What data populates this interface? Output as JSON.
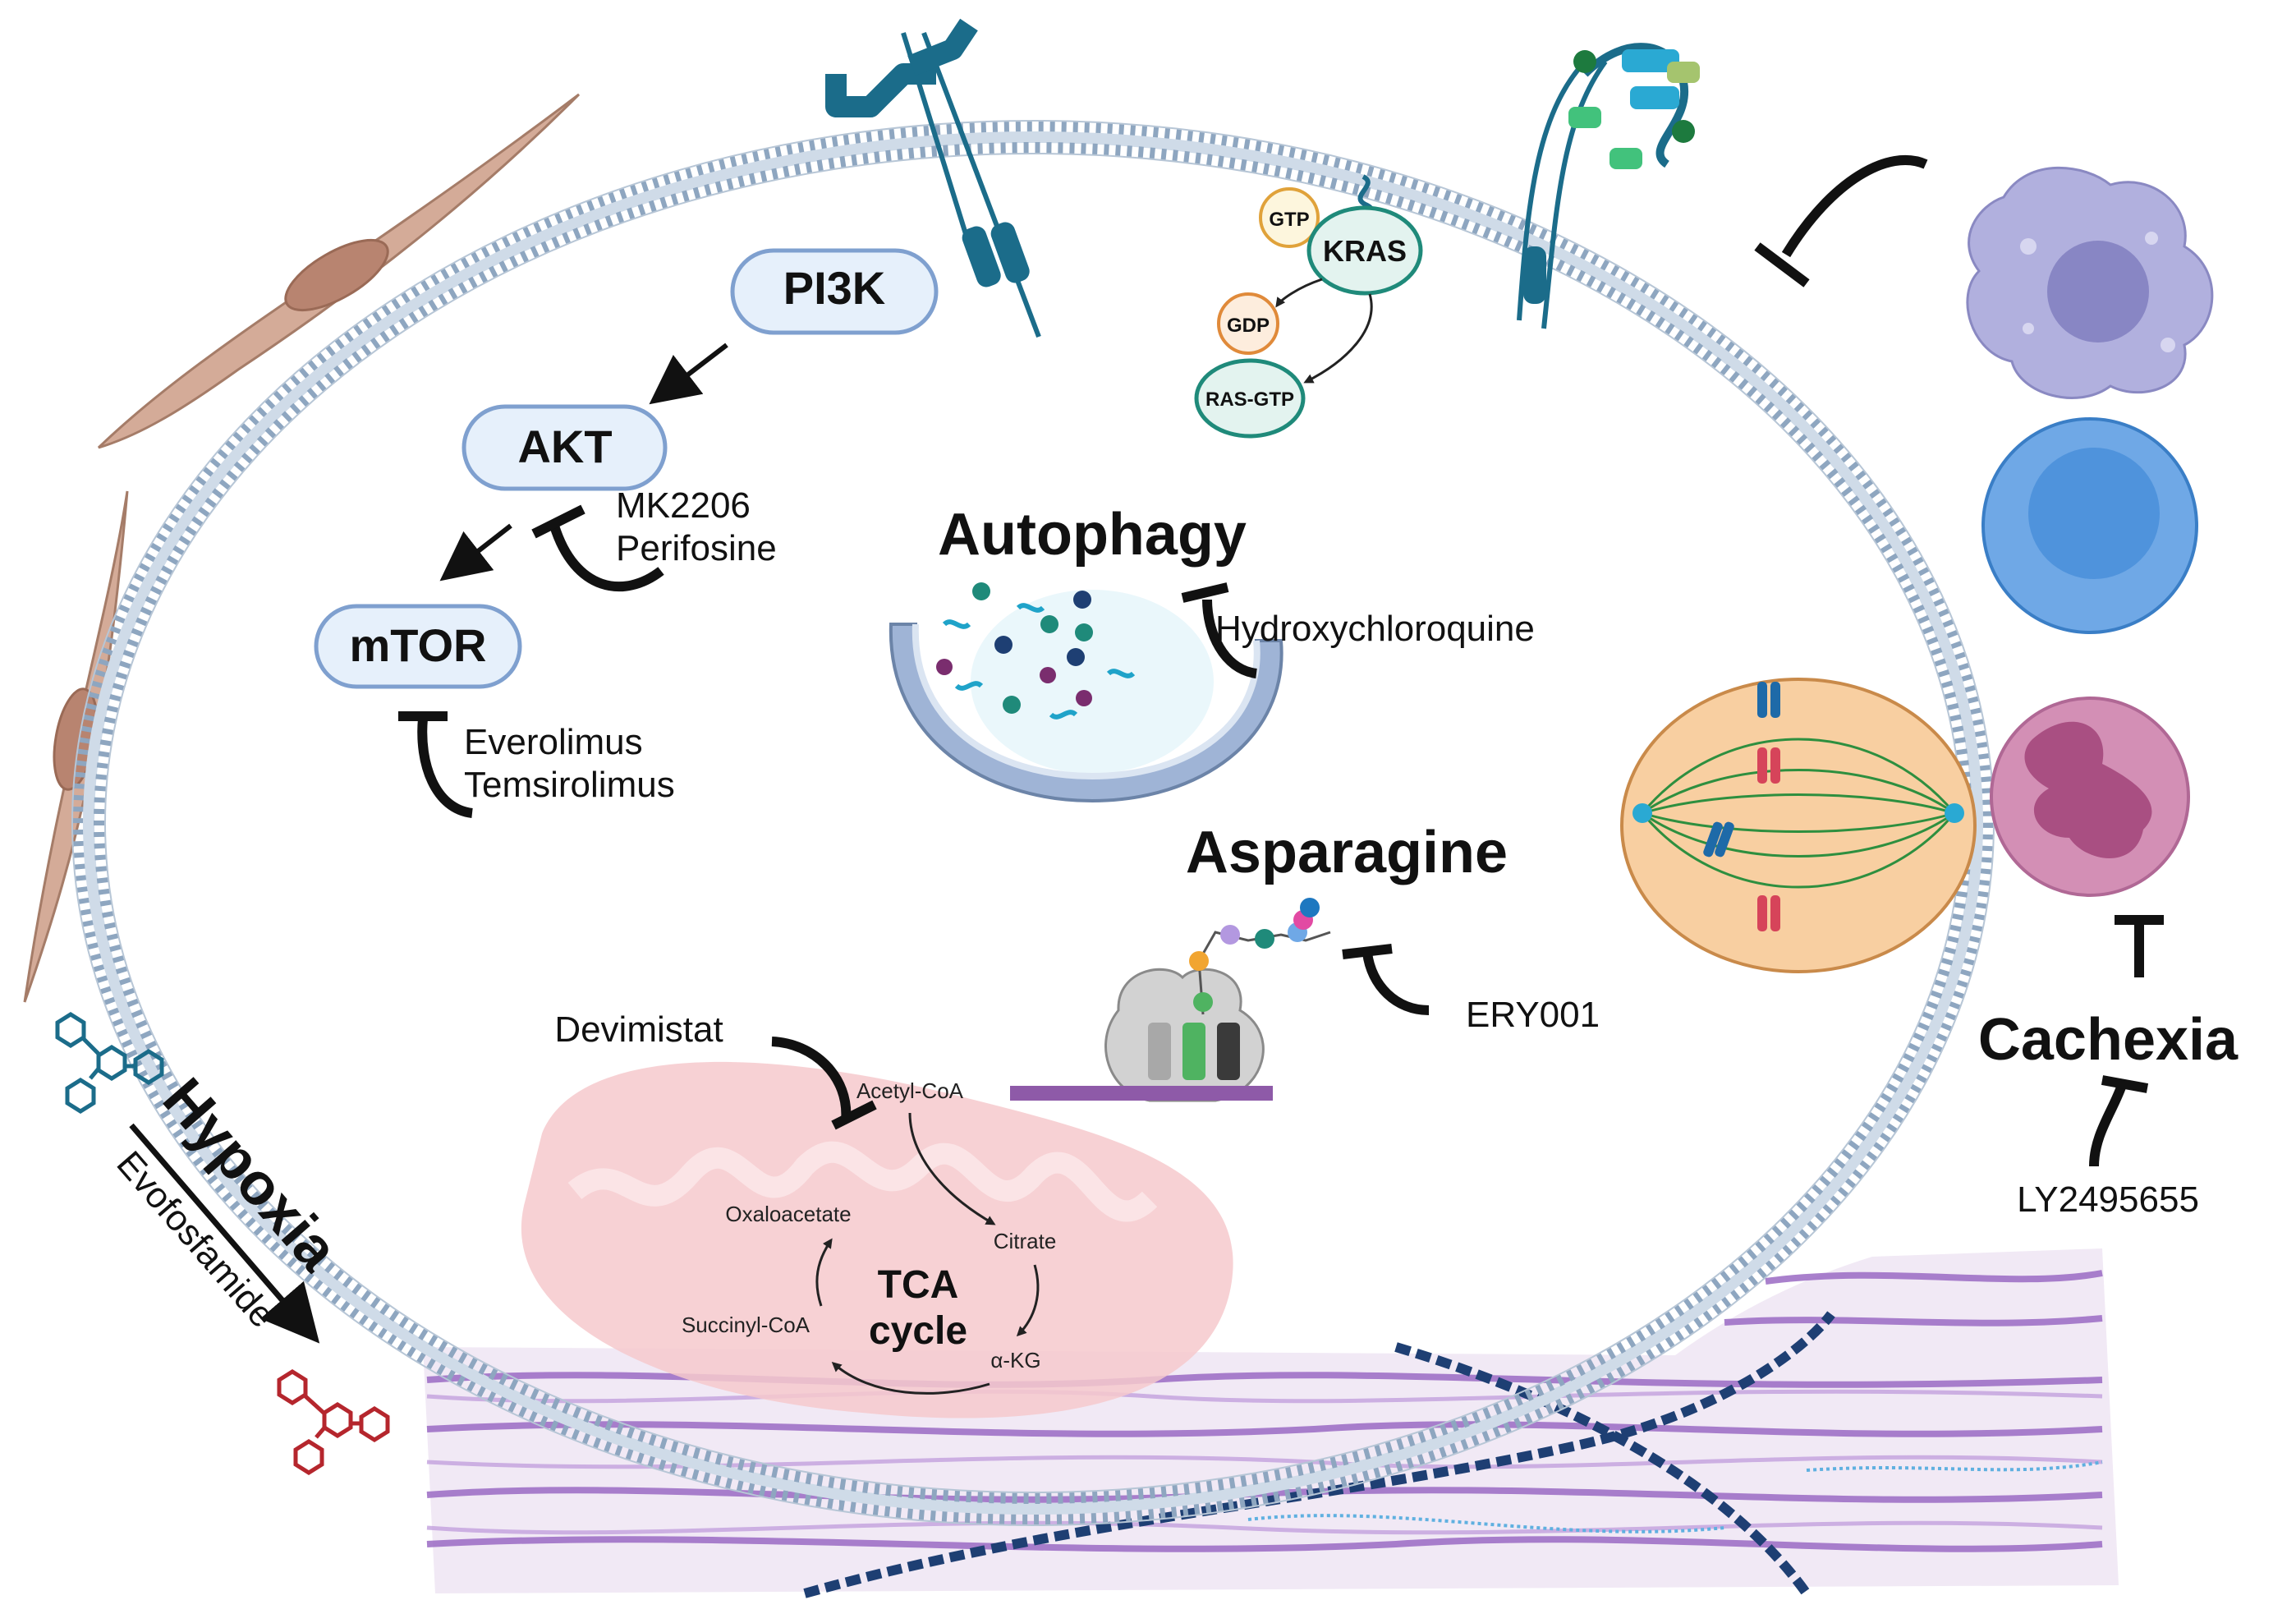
{
  "pathway": {
    "pi3k": "PI3K",
    "akt": "AKT",
    "mtor": "mTOR",
    "akt_inhibitor_1": "MK2206",
    "akt_inhibitor_2": "Perifosine",
    "mtor_inhibitor_1": "Everolimus",
    "mtor_inhibitor_2": "Temsirolimus"
  },
  "kras": {
    "kras": "KRAS",
    "gtp": "GTP",
    "gdp": "GDP",
    "ras_gtp": "RAS-GTP"
  },
  "autophagy": {
    "title": "Autophagy",
    "inhibitor": "Hydroxychloroquine"
  },
  "asparagine": {
    "title": "Asparagine",
    "inhibitor": "ERY001"
  },
  "tca": {
    "title_line1": "TCA",
    "title_line2": "cycle",
    "acetyl_coa": "Acetyl-CoA",
    "citrate": "Citrate",
    "akg": "α-KG",
    "succinyl_coa": "Succinyl-CoA",
    "oxaloacetate": "Oxaloacetate",
    "inhibitor": "Devimistat"
  },
  "hypoxia": {
    "title": "Hypoxia",
    "drug": "Evofosfamide"
  },
  "cachexia": {
    "title": "Cachexia",
    "inhibitor": "LY2495655"
  },
  "colors": {
    "node_fill": "#e6f0fb",
    "node_stroke": "#7fa0cf",
    "membrane": "#8fa7c3",
    "receptor": "#1b6c8a",
    "mito": "#f6c9cd",
    "autophagosome": "#9fb4d6",
    "stellate": "#d4ab98",
    "macrophage": "#b1b0de",
    "lymphocyte": "#6fa8e6",
    "neutrophil": "#d38fb5",
    "mitotic_cell": "#f8cfa1",
    "ecm_collagen": "#9b6bc4"
  }
}
